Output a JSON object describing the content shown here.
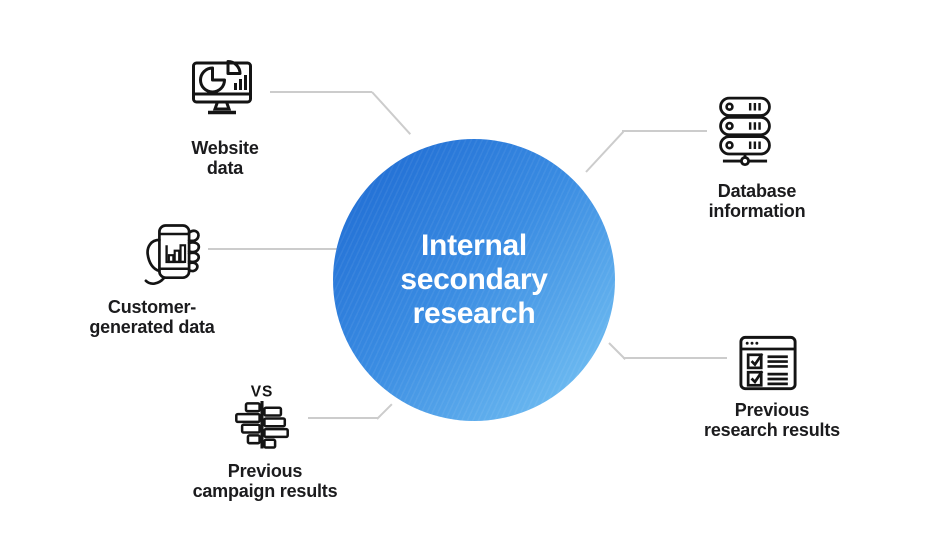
{
  "center": {
    "lines": [
      "Internal",
      "secondary",
      "research"
    ]
  },
  "nodes": [
    {
      "id": "website-data",
      "icon": "monitor-pie-chart-icon",
      "label_lines": [
        "Website",
        "data"
      ]
    },
    {
      "id": "database-information",
      "icon": "server-stack-icon",
      "label_lines": [
        "Database",
        "information"
      ]
    },
    {
      "id": "customer-generated-data",
      "icon": "phone-bar-chart-in-hand-icon",
      "label_lines": [
        "Customer-",
        "generated data"
      ]
    },
    {
      "id": "previous-campaign-results",
      "icon": "vs-comparison-chart-icon",
      "icon_text": "VS",
      "label_lines": [
        "Previous",
        "campaign results"
      ]
    },
    {
      "id": "previous-research-results",
      "icon": "checklist-window-icon",
      "label_lines": [
        "Previous",
        "research results"
      ]
    }
  ],
  "colors": {
    "background": "#ffffff",
    "grad_start": "#1b67d1",
    "grad_end": "#7cc8f5",
    "center_text": "#ffffff",
    "connector": "#cccccc",
    "label_text": "#1b1b1d",
    "icon_stroke": "#141414"
  }
}
